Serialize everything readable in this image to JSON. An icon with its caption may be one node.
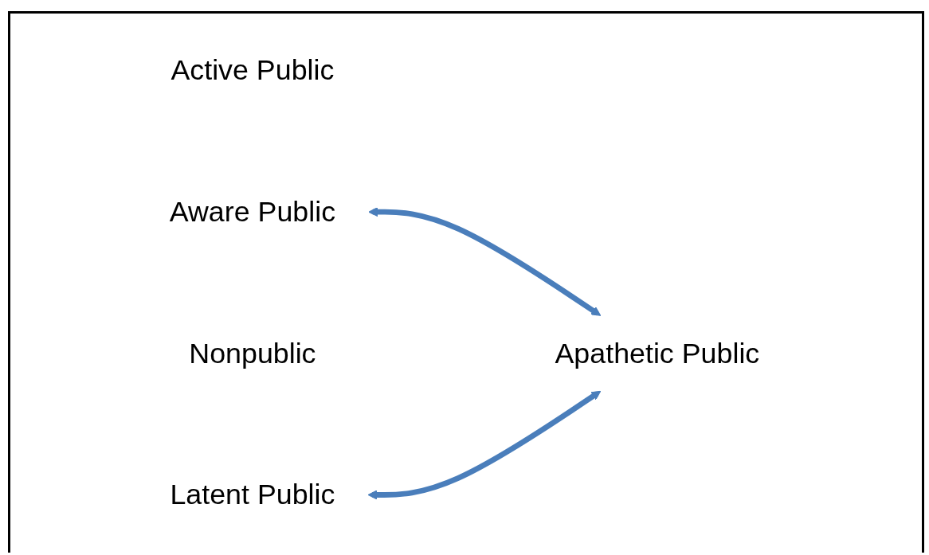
{
  "diagram": {
    "nodes": [
      {
        "text": [
          "Active Public"
        ]
      },
      {
        "text": [
          "Aware Public"
        ]
      },
      {
        "text": [
          "Apathetic Public"
        ]
      },
      {
        "text": [
          "Nonpublic"
        ]
      },
      {
        "text": [
          "Latent Public"
        ]
      }
    ],
    "edges": [
      {
        "from": 1,
        "to": 2,
        "arrow": "both"
      },
      {
        "from": 4,
        "to": 2,
        "arrow": "both"
      }
    ]
  }
}
